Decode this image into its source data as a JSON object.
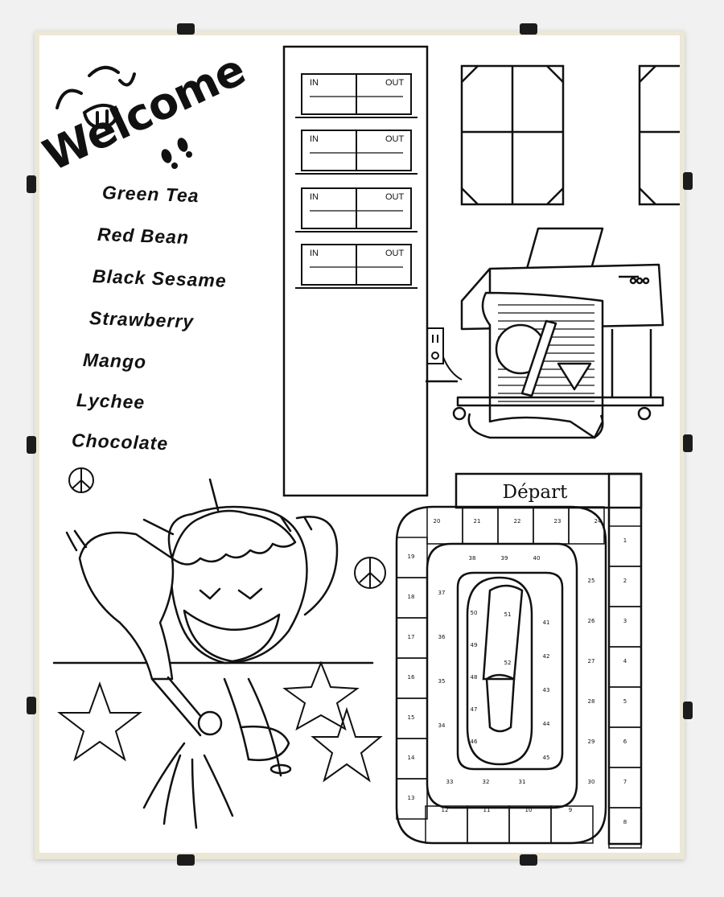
{
  "poster": {
    "welcome_text": "Welcome",
    "menu_items": [
      "Green Tea",
      "Red Bean",
      "Black Sesame",
      "Strawberry",
      "Mango",
      "Lychee",
      "Chocolate"
    ]
  },
  "timecard": {
    "in_label": "IN",
    "out_label": "OUT"
  },
  "board_game": {
    "title": "Départ",
    "squares": [
      "1",
      "2",
      "3",
      "4",
      "5",
      "6",
      "7",
      "8",
      "9",
      "10",
      "11",
      "12",
      "13",
      "14",
      "15",
      "16",
      "17",
      "18",
      "19",
      "20",
      "21",
      "22",
      "23",
      "24",
      "25",
      "26",
      "27",
      "28",
      "29",
      "30",
      "31",
      "32",
      "33",
      "34",
      "35",
      "36",
      "37",
      "38",
      "39",
      "40",
      "41",
      "42",
      "43",
      "44",
      "45",
      "46",
      "47",
      "48",
      "49",
      "50",
      "51",
      "52"
    ]
  },
  "icons": [
    "peace-icon",
    "smiley-face-icon",
    "footprints-icon",
    "star-icon",
    "window-icon",
    "printer-icon",
    "power-outlet-icon"
  ],
  "colors": {
    "ink": "#111111",
    "frame": "#ece7d6",
    "paper": "#ffffff",
    "background": "#f1f1f1"
  }
}
